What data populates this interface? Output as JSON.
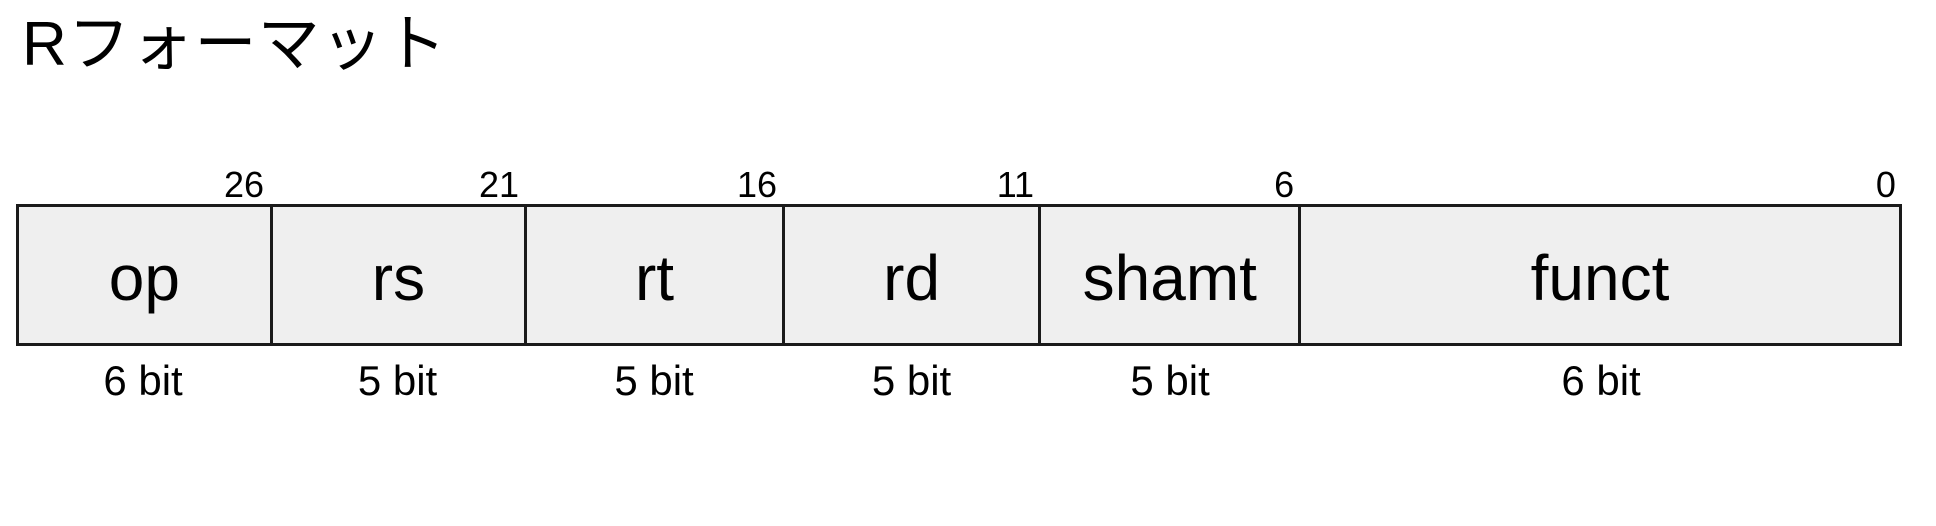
{
  "title": "Rフォーマット",
  "colors": {
    "cell_fill": "#efefef",
    "border": "#1a1a1a",
    "text": "#000000",
    "background": "#ffffff"
  },
  "diagram": {
    "kind": "mips-r-format-instruction-field-layout",
    "total_bits": 32,
    "bit_positions": [
      "26",
      "21",
      "16",
      "11",
      "6",
      "0"
    ],
    "fields": [
      {
        "name": "op",
        "width_label": "6 bit",
        "bits": 6,
        "start_bit_label": "26"
      },
      {
        "name": "rs",
        "width_label": "5 bit",
        "bits": 5,
        "start_bit_label": "21"
      },
      {
        "name": "rt",
        "width_label": "5 bit",
        "bits": 5,
        "start_bit_label": "16"
      },
      {
        "name": "rd",
        "width_label": "5 bit",
        "bits": 5,
        "start_bit_label": "11"
      },
      {
        "name": "shamt",
        "width_label": "5 bit",
        "bits": 5,
        "start_bit_label": "6"
      },
      {
        "name": "funct",
        "width_label": "6 bit",
        "bits": 6,
        "start_bit_label": "0"
      }
    ]
  }
}
